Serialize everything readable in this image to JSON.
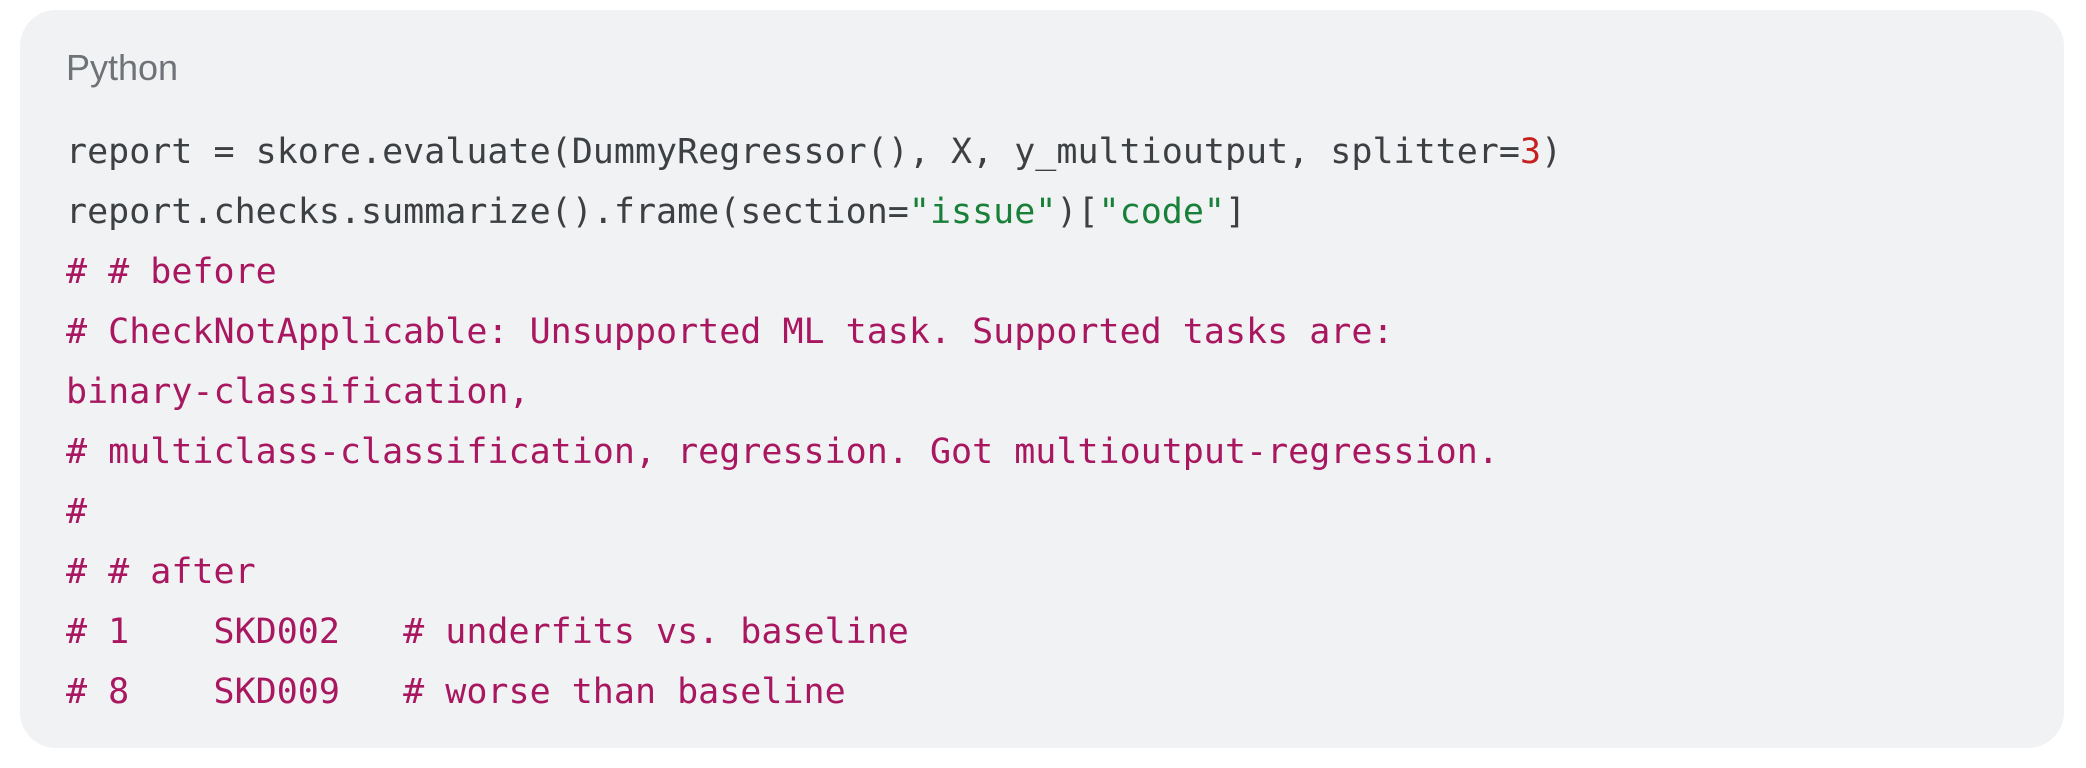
{
  "language_label": "Python",
  "colors": {
    "background": "#f1f2f4",
    "text": "#3d4043",
    "number": "#c5221f",
    "string": "#188038",
    "comment": "#a8175f"
  },
  "code": {
    "line1": {
      "a": "report = skore.evaluate(DummyRegressor(), X, y_multioutput, splitter=",
      "num": "3",
      "b": ")"
    },
    "line2": {
      "a": "report.checks.summarize().frame(section=",
      "str1": "\"issue\"",
      "b": ")[",
      "str2": "\"code\"",
      "c": "]"
    },
    "comments": [
      "# # before",
      "# CheckNotApplicable: Unsupported ML task. Supported tasks are:",
      "binary-classification,",
      "# multiclass-classification, regression. Got multioutput-regression.",
      "#",
      "# # after",
      "# 1    SKD002   # underfits vs. baseline",
      "# 8    SKD009   # worse than baseline"
    ]
  }
}
